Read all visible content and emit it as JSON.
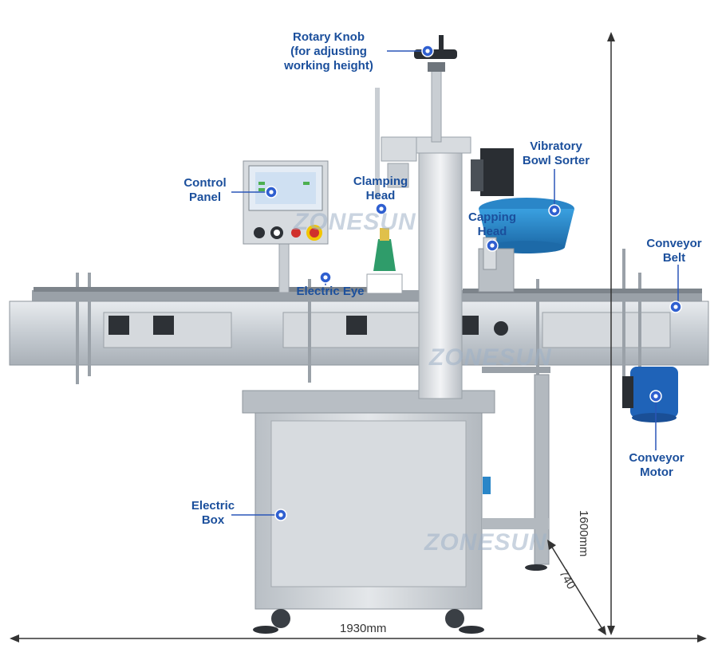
{
  "labels": {
    "rotary_knob": [
      "Rotary Knob",
      "(for adjusting",
      "working height)"
    ],
    "control_panel": [
      "Control",
      "Panel"
    ],
    "clamping_head": [
      "Clamping",
      "Head"
    ],
    "vibratory_bowl_sorter": [
      "Vibratory",
      "Bowl Sorter"
    ],
    "capping_head": [
      "Capping",
      "Head"
    ],
    "conveyor_belt": [
      "Conveyor",
      "Belt"
    ],
    "electric_eye": "Electric Eye",
    "electric_box": [
      "Electric",
      "Box"
    ],
    "conveyor_motor": [
      "Conveyor",
      "Motor"
    ]
  },
  "dimensions": {
    "width": "1930mm",
    "height": "1600mm",
    "depth": "740"
  },
  "watermark": "ZONESUN",
  "colors": {
    "label_text": "#1b4f9c",
    "marker": "#2f5fd0",
    "leader_line": "#2a56b8",
    "steel": "#c9ced3",
    "steel_dark": "#8e959c",
    "bowl": "#2a86c8",
    "motor": "#1f63b8",
    "dimension_line": "#333333"
  }
}
